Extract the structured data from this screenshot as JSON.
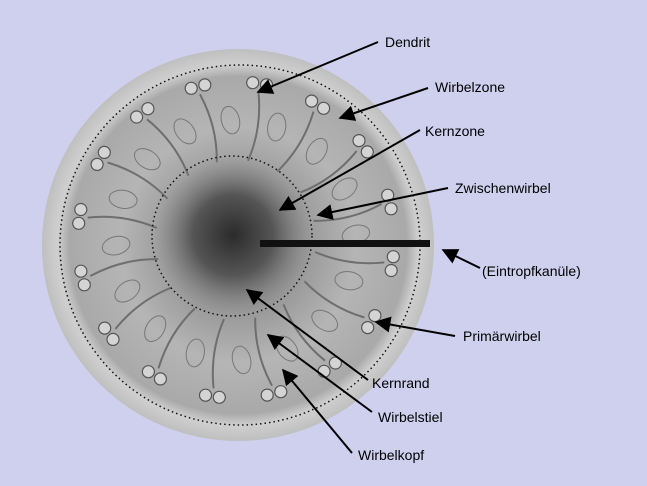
{
  "labels": {
    "dendrit": "Dendrit",
    "wirbelzone": "Wirbelzone",
    "kernzone": "Kernzone",
    "zwischenwirbel": "Zwischenwirbel",
    "eintropfkanuele": "(Eintropfkanüle)",
    "primaerwirbel": "Primärwirbel",
    "kernrand": "Kernrand",
    "wirbelstiel": "Wirbelstiel",
    "wirbelkopf": "Wirbelkopf"
  },
  "colors": {
    "background": "#cfd0ee",
    "dish": "#bdbdbd",
    "arrow": "#000000"
  }
}
